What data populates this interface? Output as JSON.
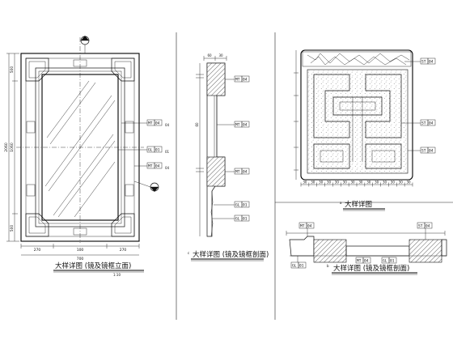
{
  "views": {
    "front": {
      "caption": "大样详图 (镜及镜框立面)",
      "scale_note": "1:10",
      "dims_bottom": [
        "270",
        "100",
        "270"
      ],
      "dims_left": [
        "500",
        "1060",
        "500"
      ],
      "overall_left": "2060",
      "overall_bottom": "700",
      "tags": [
        {
          "code": "MT",
          "num": "04",
          "sub": "04"
        },
        {
          "code": "GL",
          "num": "01",
          "sub": "01"
        },
        {
          "code": "MT",
          "num": "04",
          "sub": "04"
        }
      ]
    },
    "section_c": {
      "letter": "c",
      "caption": "大样详图 (镜及镜框剖面)",
      "top_dims": [
        "60",
        "30"
      ],
      "tags": [
        {
          "code": "MT",
          "num": "04"
        },
        {
          "code": "MT",
          "num": "04"
        },
        {
          "code": "MT",
          "num": "04"
        },
        {
          "code": "GL",
          "num": "01"
        },
        {
          "code": "GL",
          "num": "01"
        }
      ]
    },
    "pattern": {
      "letter": "a",
      "caption": "大样详图",
      "tags": [
        {
          "code": "ST",
          "num": "04"
        },
        {
          "code": "ST",
          "num": "04"
        },
        {
          "code": "ST",
          "num": "04"
        }
      ],
      "bottom_dims": [
        "30",
        "30",
        "30",
        "30",
        "30",
        "30",
        "30",
        "30",
        "30",
        "30",
        "30",
        "30",
        "30",
        "30"
      ]
    },
    "section_b": {
      "letter": "b",
      "caption": "大样详图 (镜及镜框剖面)",
      "tags": [
        {
          "code": "MT",
          "num": "04"
        },
        {
          "code": "GL",
          "num": "01"
        },
        {
          "code": "MT",
          "num": "04"
        },
        {
          "code": "GL",
          "num": "01"
        },
        {
          "code": "ST",
          "num": "04"
        }
      ]
    }
  }
}
